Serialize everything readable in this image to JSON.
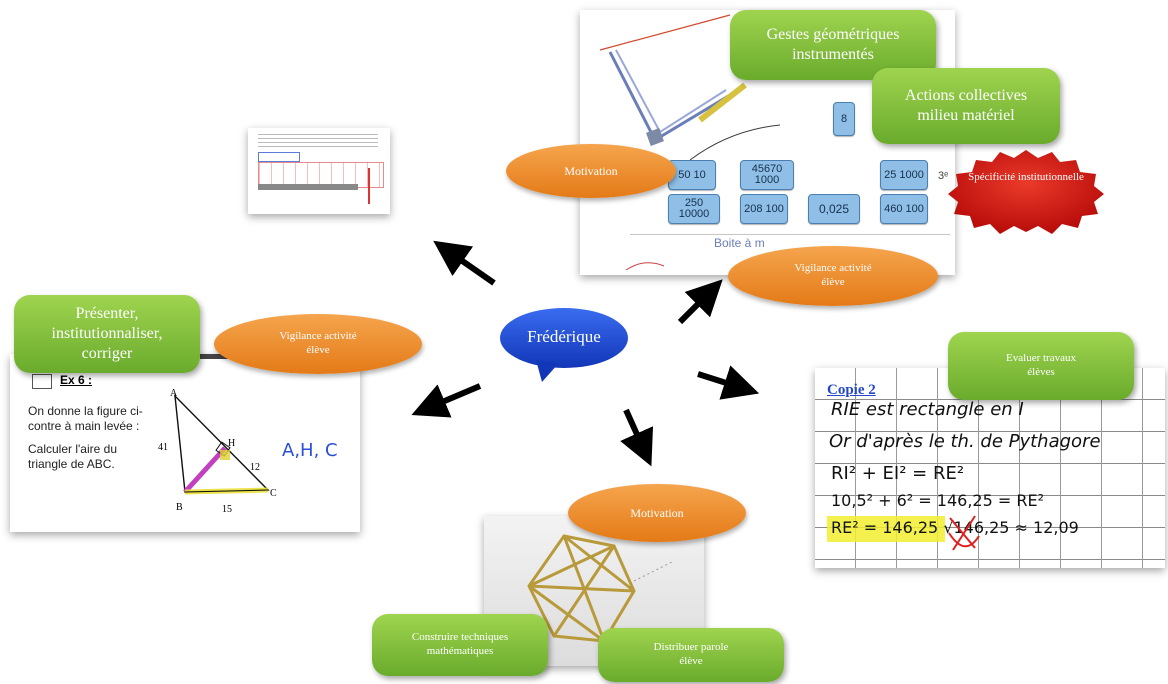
{
  "center": {
    "label": "Frédérique"
  },
  "boxes": {
    "gestes": "Gestes géométriques instrumentés",
    "actions": "Actions collectives milieu matériel",
    "presenter": "Présenter, institutionnaliser, corriger",
    "evaluer": "Evaluer travaux élèves",
    "construire": "Construire techniques mathématiques",
    "distribuer": "Distribuer parole élève"
  },
  "ellipses": {
    "motivation_top": "Motivation",
    "vigilance_right": "Vigilance activité élève",
    "vigilance_left": "Vigilance activité élève",
    "motivation_bottom": "Motivation"
  },
  "specificite": "Spécificité institutionnelle",
  "exercise": {
    "title": "Ex 6 :",
    "text1": "On donne la figure ci-contre à main levée :",
    "text2": "Calculer l'aire du triangle de ABC.",
    "handwriting": "A,H, C",
    "labels": {
      "A": "A",
      "H": "H",
      "B": "B",
      "C": "C",
      "side_ab": "41",
      "side_hc": "12",
      "side_bc": "15"
    }
  },
  "tiles": {
    "t_8": "8",
    "t_50_10": "50 10",
    "t_45670": "45670 1000",
    "t_25_1000": "25 1000",
    "t_250": "250 10000",
    "t_208": "208 100",
    "t_0025": "0,025",
    "t_460": "460 100",
    "boite": "Boite à m",
    "third": "3ᵉ"
  },
  "copie": {
    "title": "Copie 2",
    "lines": [
      "RIE est rectangle en I",
      "Or d'après le th. de Pythagore",
      "RI² + EI² = RE²",
      "10,5² + 6² = 146,25 = RE²",
      "RE² = 146,25      √146,25 ≈ 12,09"
    ]
  },
  "colors": {
    "green_top": "#9fd44f",
    "green_bottom": "#6aab2c",
    "orange": "#e47a17",
    "blue_center": "#1846c8",
    "red_badge": "#c8140f",
    "tile": "#8fbfe6"
  }
}
